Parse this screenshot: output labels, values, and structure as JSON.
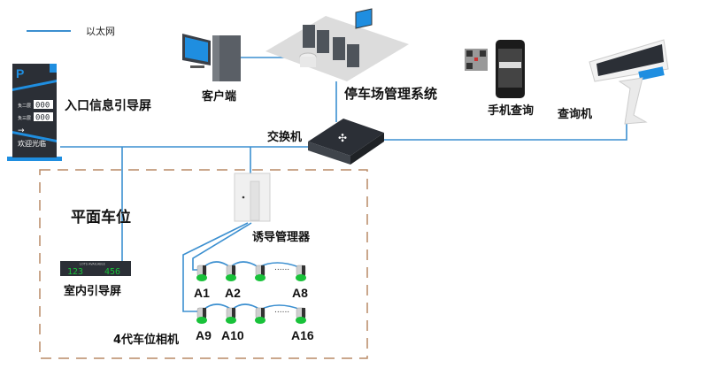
{
  "legend": {
    "line_label": "以太网",
    "line_color": "#3b8fd0"
  },
  "nodes": {
    "entry_screen": {
      "label": "入口信息引导屏",
      "sign_floor1": "负二层",
      "sign_floor2": "负三层",
      "sign_count1": "000",
      "sign_count2": "000",
      "sign_welcome": "欢迎光临"
    },
    "client": {
      "label": "客户端"
    },
    "management_system": {
      "label": "停车场管理系统"
    },
    "switch": {
      "label": "交换机"
    },
    "mobile_query": {
      "label": "手机查询"
    },
    "kiosk": {
      "label": "查询机"
    },
    "guide_manager": {
      "label": "诱导管理器"
    },
    "indoor_screen": {
      "label": "室内引导屏",
      "count1": "123",
      "count2": "456"
    },
    "camera_group": {
      "label": "4代车位相机"
    }
  },
  "zone": {
    "label": "平面车位",
    "border_color": "#b98a66"
  },
  "cameras": {
    "row1": [
      "A1",
      "A2",
      "A8"
    ],
    "row2": [
      "A9",
      "A10",
      "A16"
    ],
    "ellipsis": "......"
  },
  "colors": {
    "camera_led": "#19c23a",
    "sign_blue": "#1f8ee0",
    "sign_dark": "#2b2f36"
  }
}
